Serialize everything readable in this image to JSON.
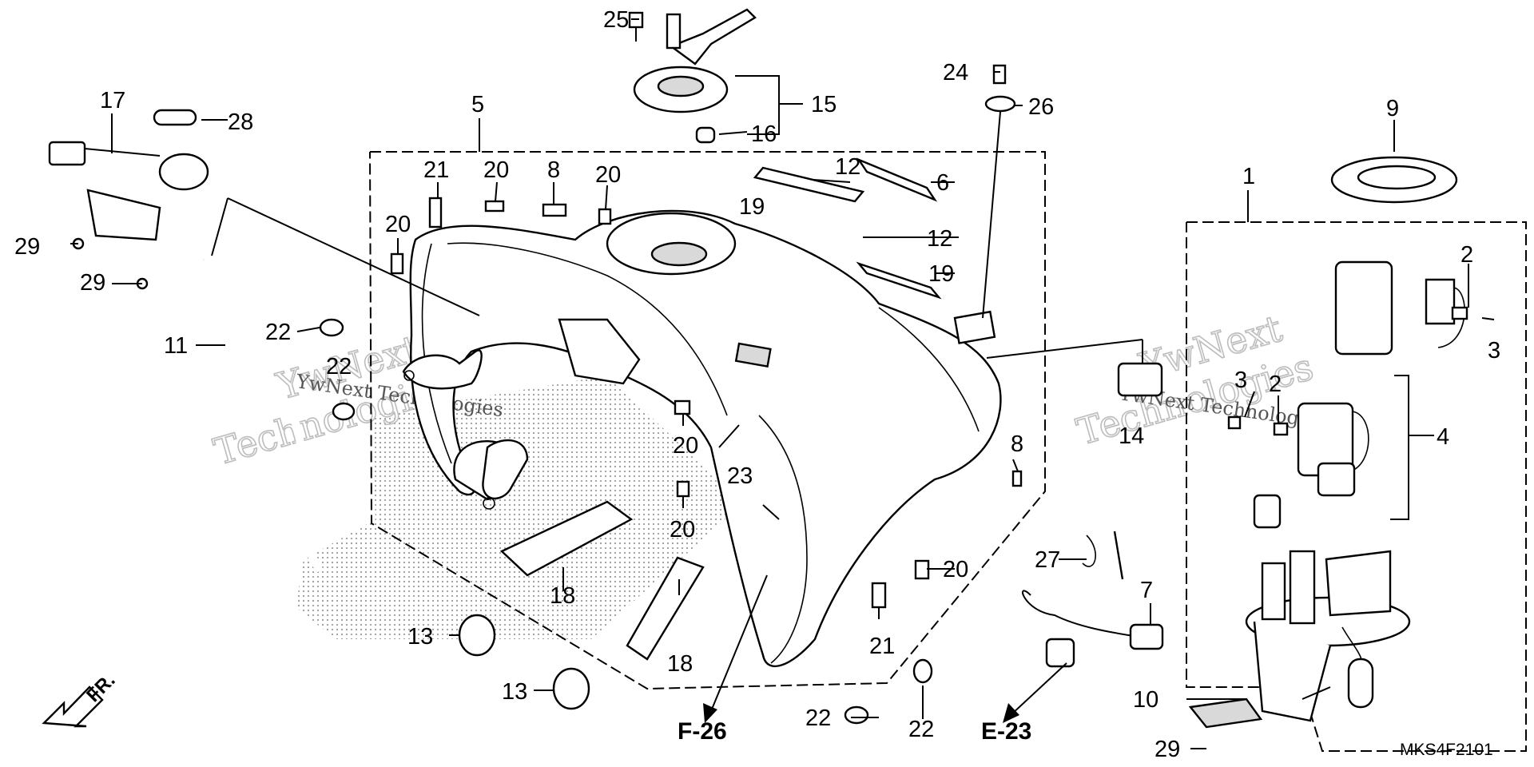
{
  "diagram": {
    "drawing_code": "MKS4F2101",
    "front_marker": "FR.",
    "references": [
      "F-26",
      "E-23"
    ],
    "watermark": {
      "line1": "YwNext",
      "line2": "Technologies",
      "inline": "YwNext Technologies"
    },
    "callouts": [
      {
        "id": "1",
        "label": "1"
      },
      {
        "id": "2a",
        "label": "2"
      },
      {
        "id": "2b",
        "label": "2"
      },
      {
        "id": "3a",
        "label": "3"
      },
      {
        "id": "3b",
        "label": "3"
      },
      {
        "id": "4",
        "label": "4"
      },
      {
        "id": "5",
        "label": "5"
      },
      {
        "id": "6",
        "label": "6"
      },
      {
        "id": "7",
        "label": "7"
      },
      {
        "id": "8a",
        "label": "8"
      },
      {
        "id": "8b",
        "label": "8"
      },
      {
        "id": "9",
        "label": "9"
      },
      {
        "id": "10",
        "label": "10"
      },
      {
        "id": "11",
        "label": "11"
      },
      {
        "id": "12a",
        "label": "12"
      },
      {
        "id": "12b",
        "label": "12"
      },
      {
        "id": "13a",
        "label": "13"
      },
      {
        "id": "13b",
        "label": "13"
      },
      {
        "id": "14",
        "label": "14"
      },
      {
        "id": "15",
        "label": "15"
      },
      {
        "id": "16",
        "label": "16"
      },
      {
        "id": "17",
        "label": "17"
      },
      {
        "id": "18a",
        "label": "18"
      },
      {
        "id": "18b",
        "label": "18"
      },
      {
        "id": "19a",
        "label": "19"
      },
      {
        "id": "19b",
        "label": "19"
      },
      {
        "id": "20a",
        "label": "20"
      },
      {
        "id": "20b",
        "label": "20"
      },
      {
        "id": "20c",
        "label": "20"
      },
      {
        "id": "20d",
        "label": "20"
      },
      {
        "id": "20e",
        "label": "20"
      },
      {
        "id": "20f",
        "label": "20"
      },
      {
        "id": "21a",
        "label": "21"
      },
      {
        "id": "21b",
        "label": "21"
      },
      {
        "id": "22a",
        "label": "22"
      },
      {
        "id": "22b",
        "label": "22"
      },
      {
        "id": "22c",
        "label": "22"
      },
      {
        "id": "22d",
        "label": "22"
      },
      {
        "id": "23",
        "label": "23"
      },
      {
        "id": "24",
        "label": "24"
      },
      {
        "id": "25",
        "label": "25"
      },
      {
        "id": "26",
        "label": "26"
      },
      {
        "id": "27",
        "label": "27"
      },
      {
        "id": "28",
        "label": "28"
      },
      {
        "id": "29a",
        "label": "29"
      },
      {
        "id": "29b",
        "label": "29"
      },
      {
        "id": "29c",
        "label": "29"
      }
    ]
  }
}
